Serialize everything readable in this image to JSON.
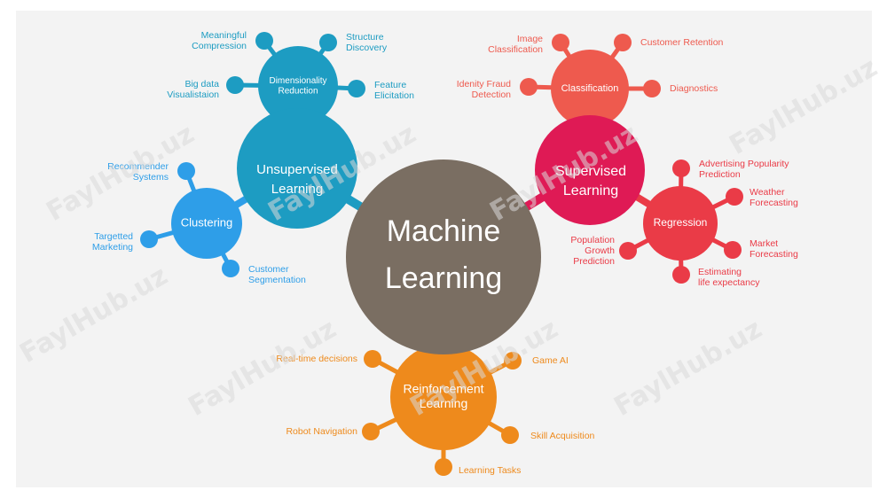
{
  "colors": {
    "center": "#7a6e62",
    "unsupervised": "#1d9cc2",
    "clustering": "#2e9ee8",
    "supervised": "#df1a55",
    "classification": "#ee5a4e",
    "regression": "#ea3b47",
    "reinforcement": "#ee8a1c",
    "watermark": "#d8d8d8"
  },
  "watermark": "FaylHub.uz",
  "center": {
    "line1": "Machine",
    "line2": "Learning"
  },
  "unsupervised": {
    "title": [
      "Unsupervised",
      "Learning"
    ],
    "dimensionality": {
      "title": [
        "Dimensionality",
        "Reduction"
      ],
      "leaves": [
        {
          "lines": [
            "Meaningful",
            "Compression"
          ]
        },
        {
          "lines": [
            "Structure",
            "Discovery"
          ]
        },
        {
          "lines": [
            "Big data",
            "Visualistaion"
          ]
        },
        {
          "lines": [
            "Feature",
            "Elicitation"
          ]
        }
      ]
    },
    "clustering": {
      "title": [
        "Clustering"
      ],
      "leaves": [
        {
          "lines": [
            "Recommender",
            "Systems"
          ]
        },
        {
          "lines": [
            "Targetted",
            "Marketing"
          ]
        },
        {
          "lines": [
            "Customer",
            "Segmentation"
          ]
        }
      ]
    }
  },
  "supervised": {
    "title": [
      "Supervised",
      "Learning"
    ],
    "classification": {
      "title": [
        "Classification"
      ],
      "leaves": [
        {
          "lines": [
            "Image",
            "Classification"
          ]
        },
        {
          "lines": [
            "Customer Retention"
          ]
        },
        {
          "lines": [
            "Idenity Fraud",
            "Detection"
          ]
        },
        {
          "lines": [
            "Diagnostics"
          ]
        }
      ]
    },
    "regression": {
      "title": [
        "Regression"
      ],
      "leaves": [
        {
          "lines": [
            "Advertising Popularity",
            "Prediction"
          ]
        },
        {
          "lines": [
            "Weather",
            "Forecasting"
          ]
        },
        {
          "lines": [
            "Population",
            "Growth",
            "Prediction"
          ]
        },
        {
          "lines": [
            "Market",
            "Forecasting"
          ]
        },
        {
          "lines": [
            "Estimating",
            "life expectancy"
          ]
        }
      ]
    }
  },
  "reinforcement": {
    "title": [
      "Reinforcement",
      "Learning"
    ],
    "leaves": [
      {
        "lines": [
          "Real-time decisions"
        ]
      },
      {
        "lines": [
          "Game AI"
        ]
      },
      {
        "lines": [
          "Robot Navigation"
        ]
      },
      {
        "lines": [
          "Skill Acquisition"
        ]
      },
      {
        "lines": [
          "Learning Tasks"
        ]
      }
    ]
  }
}
